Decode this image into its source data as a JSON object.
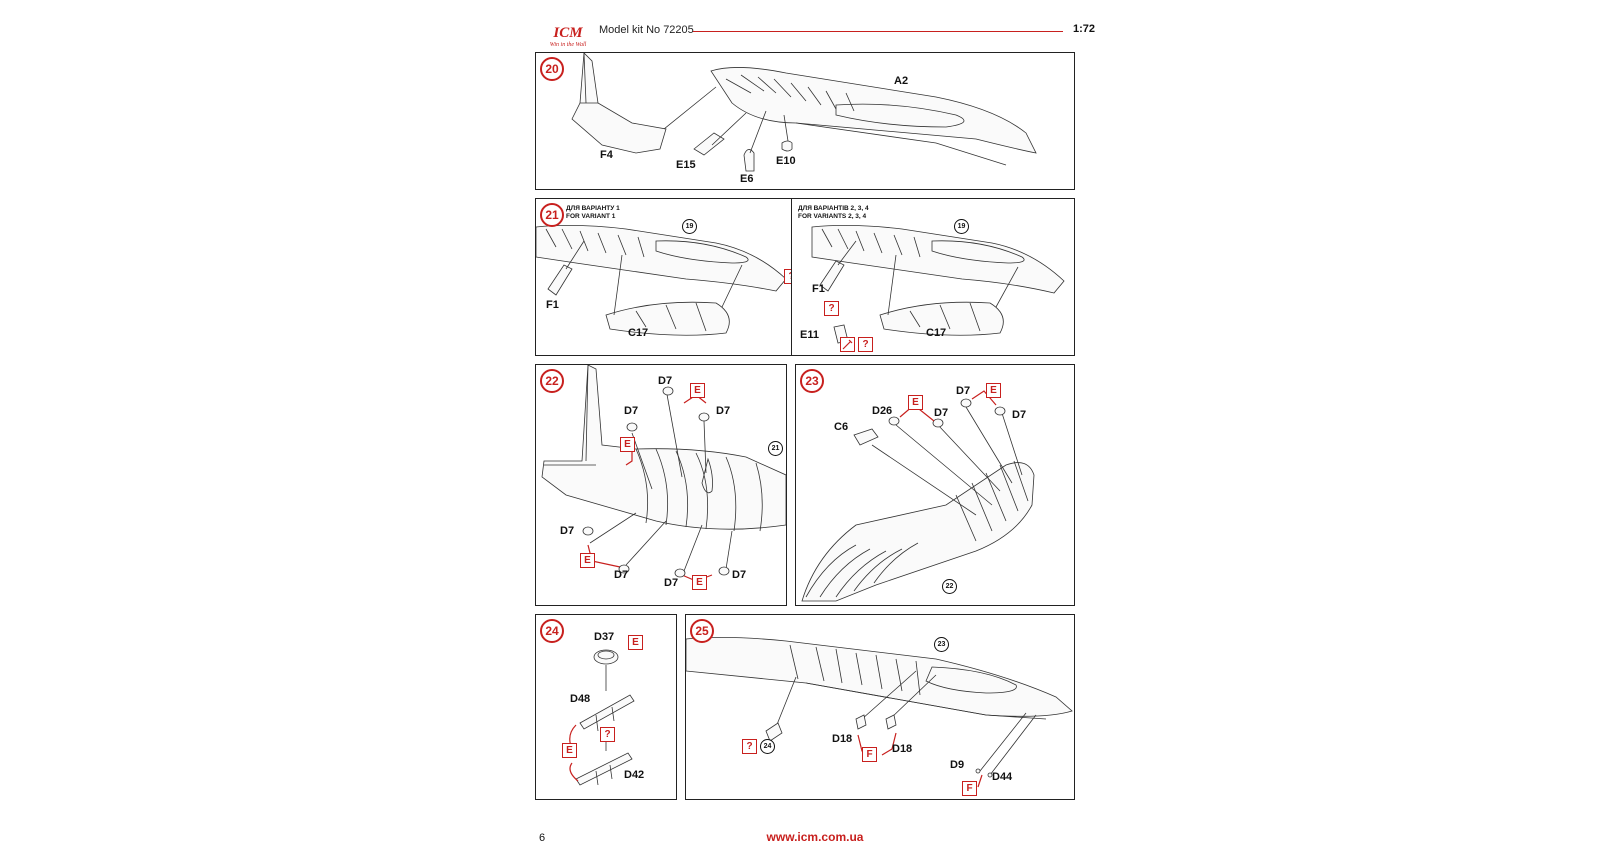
{
  "header": {
    "logo": "ICM",
    "logo_tagline": "Win in the Wall",
    "kit_title": "Model kit No 72205",
    "scale": "1:72"
  },
  "footer": {
    "page_number": "6",
    "url": "www.icm.com.ua"
  },
  "colors": {
    "accent": "#c8201e",
    "line": "#222222"
  },
  "steps": {
    "s20": {
      "number": "20",
      "labels": {
        "A2": "A2",
        "F4": "F4",
        "E15": "E15",
        "E6": "E6",
        "E10": "E10"
      }
    },
    "s21": {
      "number": "21",
      "left": {
        "note_ua": "ДЛЯ ВАРІАНТУ 1",
        "note_en": "FOR VARIANT 1",
        "ref": "19",
        "F1": "F1",
        "C17": "C17",
        "mark": "?"
      },
      "right": {
        "note_ua": "ДЛЯ ВАРІАНТІВ 2, 3, 4",
        "note_en": "FOR VARIANTS 2, 3, 4",
        "ref": "19",
        "F1": "F1",
        "C17": "C17",
        "E11": "E11",
        "mark": "?"
      }
    },
    "s22": {
      "number": "22",
      "ref": "21",
      "part": "D7",
      "paint": "E"
    },
    "s23": {
      "number": "23",
      "ref": "22",
      "C6": "C6",
      "D26": "D26",
      "D7": "D7",
      "paint": "E"
    },
    "s24": {
      "number": "24",
      "D37": "D37",
      "D48": "D48",
      "D42": "D42",
      "paint": "E",
      "mark": "?"
    },
    "s25": {
      "number": "25",
      "ref_top": "23",
      "ref_left": "24",
      "D18": "D18",
      "D9": "D9",
      "D44": "D44",
      "paint": "F",
      "mark": "?"
    }
  }
}
